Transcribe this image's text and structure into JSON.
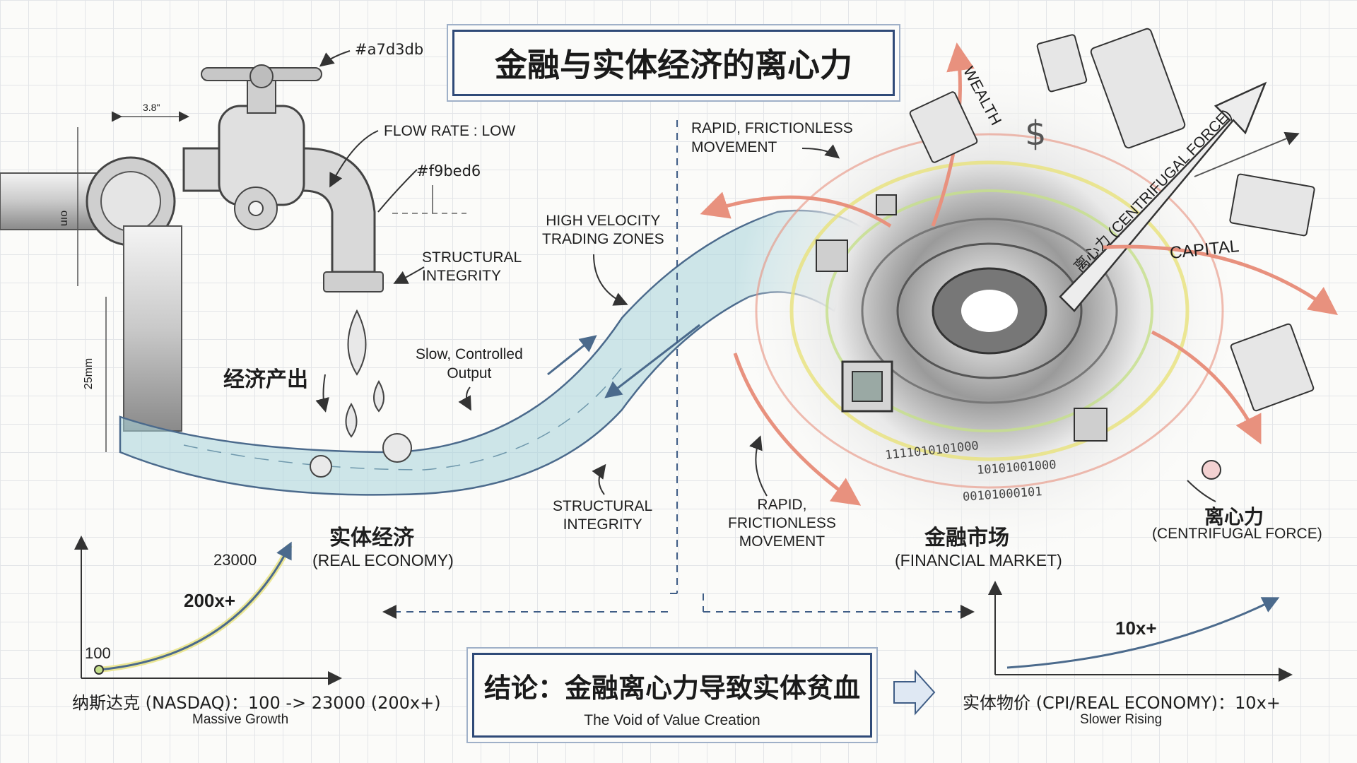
{
  "title": "金融与实体经济的离心力",
  "annotations": {
    "color_top": "#a7d3db",
    "color_mid": "#f9bed6",
    "dim_top": "3.8\"",
    "dim_side_left": "uıo",
    "dim_side_long": "25mm",
    "flow_rate": "FLOW RATE : LOW",
    "structural_integrity_top": "STRUCTURAL\nINTEGRITY",
    "economic_output": "经济产出",
    "slow_controlled": "Slow, Controlled\nOutput",
    "high_velocity": "HIGH VELOCITY\nTRADING ZONES",
    "rapid_top": "RAPID, FRICTIONLESS\nMOVEMENT",
    "structural_integrity_bottom": "STRUCTURAL\nINTEGRITY",
    "rapid_bottom": "RAPID,\nFRICTIONLESS\nMOVEMENT",
    "wealth": "WEALTH",
    "capital": "CAPITAL",
    "centrifugal_arrow": "离心力 (CENTRIFUGAL FORCE)",
    "binary_1": "1111010101000",
    "binary_2": "10101001000",
    "binary_3": "00101000101"
  },
  "sections": {
    "real_economy_cn": "实体经济",
    "real_economy_en": "(REAL ECONOMY)",
    "financial_market_cn": "金融市场",
    "financial_market_en": "(FINANCIAL MARKET)",
    "centrifugal_cn": "离心力",
    "centrifugal_en": "(CENTRIFUGAL FORCE)"
  },
  "left_chart": {
    "start_label": "100",
    "end_label": "23000",
    "multiplier": "200x+",
    "caption": "纳斯达克 (NASDAQ)：100 -> 23000 (200x+)",
    "sub": "Massive Growth"
  },
  "right_chart": {
    "multiplier": "10x+",
    "caption": "实体物价 (CPI/REAL ECONOMY)：10x+",
    "sub": "Slower Rising"
  },
  "conclusion": {
    "main": "结论：金融离心力导致实体贫血",
    "sub": "The Void of Value Creation"
  },
  "colors": {
    "frame": "#2f4a78",
    "water": "#a7d3db",
    "arrow_red": "#e8917e",
    "accent_yellow": "#e9e27a",
    "accent_green": "#c5e08a",
    "ink": "#2a2a2a"
  }
}
